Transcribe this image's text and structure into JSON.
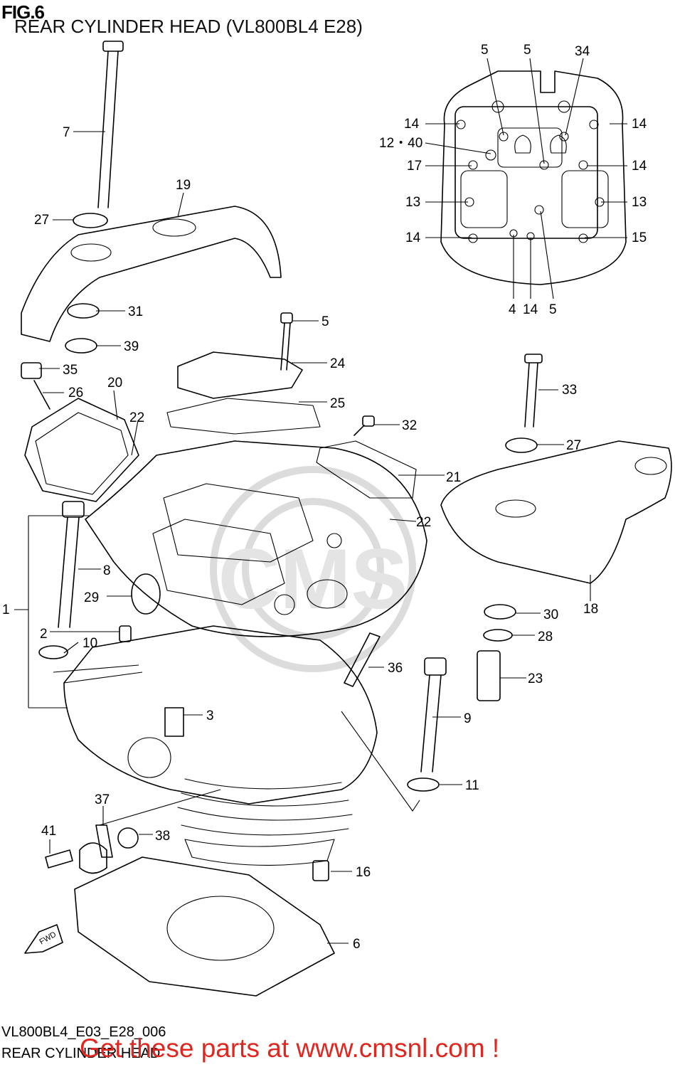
{
  "figure": {
    "label": "FIG.6",
    "title": "REAR CYLINDER HEAD (VL800BL4 E28)",
    "code": "VL800BL4_E03_E28_006",
    "caption": "REAR CYLINDER HEAD"
  },
  "promo": {
    "text": "Get these parts at www.cmsnl.com !",
    "color": "#e0261f"
  },
  "watermark": {
    "text": "CMS",
    "color": "#d9d9d9"
  },
  "fwd_arrow": {
    "label": "FWD"
  },
  "callouts": [
    {
      "id": "c5a",
      "text": "5"
    },
    {
      "id": "c5b",
      "text": "5"
    },
    {
      "id": "c34",
      "text": "34"
    },
    {
      "id": "c14a",
      "text": "14"
    },
    {
      "id": "c14b",
      "text": "14"
    },
    {
      "id": "c12",
      "text": "12・40"
    },
    {
      "id": "c17",
      "text": "17"
    },
    {
      "id": "c14c",
      "text": "14"
    },
    {
      "id": "c13a",
      "text": "13"
    },
    {
      "id": "c13b",
      "text": "13"
    },
    {
      "id": "c14d",
      "text": "14"
    },
    {
      "id": "c15",
      "text": "15"
    },
    {
      "id": "c4",
      "text": "4"
    },
    {
      "id": "c14e",
      "text": "14"
    },
    {
      "id": "c5c",
      "text": "5"
    },
    {
      "id": "c7",
      "text": "7"
    },
    {
      "id": "c19",
      "text": "19"
    },
    {
      "id": "c27a",
      "text": "27"
    },
    {
      "id": "c31",
      "text": "31"
    },
    {
      "id": "c39",
      "text": "39"
    },
    {
      "id": "c5d",
      "text": "5"
    },
    {
      "id": "c35",
      "text": "35"
    },
    {
      "id": "c24",
      "text": "24"
    },
    {
      "id": "c26",
      "text": "26"
    },
    {
      "id": "c20",
      "text": "20"
    },
    {
      "id": "c25",
      "text": "25"
    },
    {
      "id": "c22a",
      "text": "22"
    },
    {
      "id": "c32",
      "text": "32"
    },
    {
      "id": "c33",
      "text": "33"
    },
    {
      "id": "c27b",
      "text": "27"
    },
    {
      "id": "c21",
      "text": "21"
    },
    {
      "id": "c22b",
      "text": "22"
    },
    {
      "id": "c8",
      "text": "8"
    },
    {
      "id": "c29",
      "text": "29"
    },
    {
      "id": "c1",
      "text": "1"
    },
    {
      "id": "c18",
      "text": "18"
    },
    {
      "id": "c30",
      "text": "30"
    },
    {
      "id": "c2",
      "text": "2"
    },
    {
      "id": "c28",
      "text": "28"
    },
    {
      "id": "c10",
      "text": "10"
    },
    {
      "id": "c36",
      "text": "36"
    },
    {
      "id": "c23",
      "text": "23"
    },
    {
      "id": "c3",
      "text": "3"
    },
    {
      "id": "c9",
      "text": "9"
    },
    {
      "id": "c11",
      "text": "11"
    },
    {
      "id": "c37",
      "text": "37"
    },
    {
      "id": "c38",
      "text": "38"
    },
    {
      "id": "c41",
      "text": "41"
    },
    {
      "id": "c16",
      "text": "16"
    },
    {
      "id": "c6",
      "text": "6"
    }
  ]
}
